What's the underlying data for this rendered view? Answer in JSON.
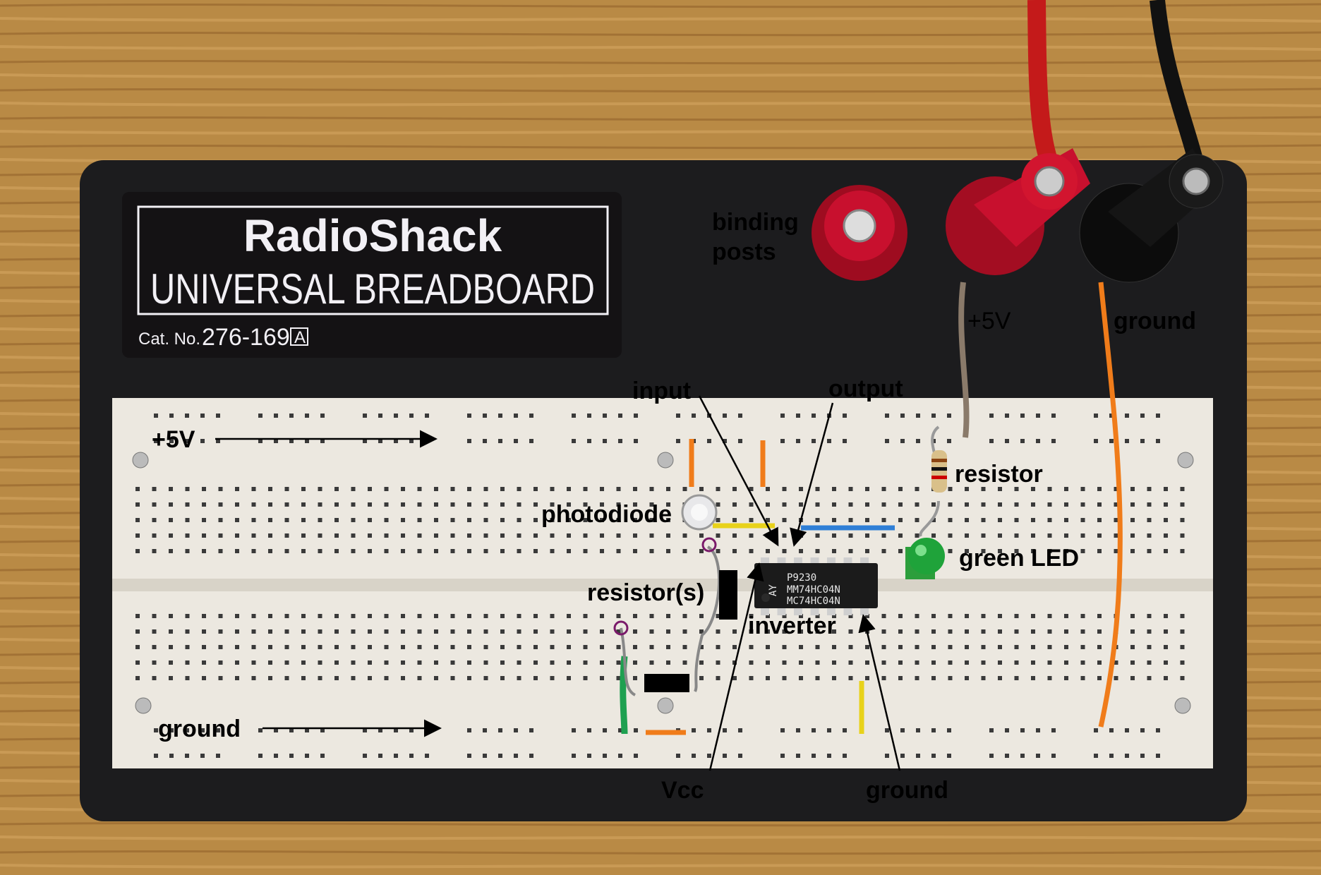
{
  "board_label": {
    "brand": "RadioShack",
    "product": "UNIVERSAL BREADBOARD",
    "cat_prefix": "Cat. No.",
    "cat_number": "276-169",
    "cat_suffix": "A"
  },
  "chip_markings": [
    "P9230",
    "MM74HC04N",
    "MC74HC04N",
    "AY"
  ],
  "annotations": {
    "binding_posts_1": "binding",
    "binding_posts_2": "posts",
    "plus5v_post": "+5V",
    "ground_post": "ground",
    "input": "input",
    "output": "output",
    "plus5v_rail": "+5V",
    "resistor": "resistor",
    "photodiode": "photodiode",
    "green_led": "green LED",
    "resistors": "resistor(s)",
    "inverter": "inverter",
    "ground_rail": "ground",
    "vcc": "Vcc",
    "ground_pin": "ground"
  },
  "colors": {
    "wood": "#b98a45",
    "board": "#1c1c1e",
    "strip": "#ece8e0",
    "red_post": "#c8102e",
    "led": "#1fa33a",
    "wire_orange": "#f07c1a",
    "wire_yellow": "#e8d21a",
    "wire_blue": "#2f7fd6",
    "wire_green": "#1ea050"
  }
}
